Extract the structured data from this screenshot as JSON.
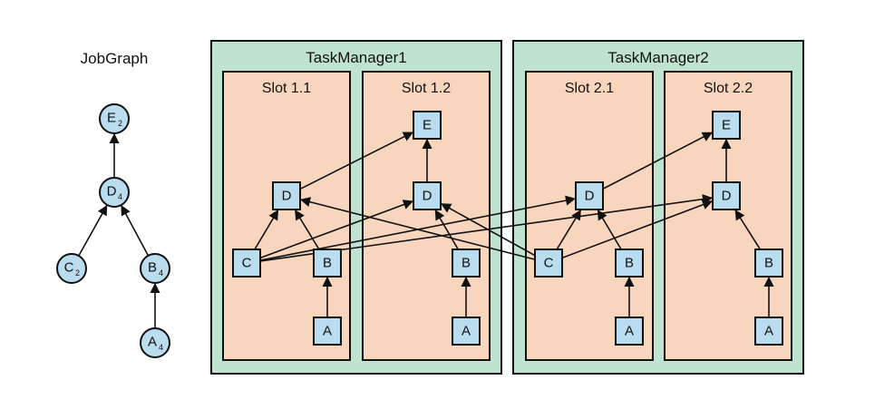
{
  "colors": {
    "task_manager_fill": "#bfe3cf",
    "slot_fill": "#f8d5bd",
    "node_fill": "#b9dcef",
    "stroke": "#111111"
  },
  "job_graph": {
    "title": "JobGraph",
    "nodes": [
      {
        "id": "E",
        "label": "E",
        "parallelism": "2"
      },
      {
        "id": "D",
        "label": "D",
        "parallelism": "4"
      },
      {
        "id": "C",
        "label": "C",
        "parallelism": "2"
      },
      {
        "id": "B",
        "label": "B",
        "parallelism": "4"
      },
      {
        "id": "A",
        "label": "A",
        "parallelism": "4"
      }
    ],
    "edges": [
      [
        "D",
        "E"
      ],
      [
        "C",
        "D"
      ],
      [
        "B",
        "D"
      ],
      [
        "A",
        "B"
      ]
    ]
  },
  "task_managers": [
    {
      "title": "TaskManager1",
      "slots": [
        {
          "title": "Slot 1.1"
        },
        {
          "title": "Slot 1.2"
        }
      ]
    },
    {
      "title": "TaskManager2",
      "slots": [
        {
          "title": "Slot 2.1"
        },
        {
          "title": "Slot 2.2"
        }
      ]
    }
  ],
  "tasks": [
    {
      "id": "s11D",
      "label": "D"
    },
    {
      "id": "s11C",
      "label": "C"
    },
    {
      "id": "s11B",
      "label": "B"
    },
    {
      "id": "s11A",
      "label": "A"
    },
    {
      "id": "s12E",
      "label": "E"
    },
    {
      "id": "s12D",
      "label": "D"
    },
    {
      "id": "s12B",
      "label": "B"
    },
    {
      "id": "s12A",
      "label": "A"
    },
    {
      "id": "s21D",
      "label": "D"
    },
    {
      "id": "s21C",
      "label": "C"
    },
    {
      "id": "s21B",
      "label": "B"
    },
    {
      "id": "s21A",
      "label": "A"
    },
    {
      "id": "s22E",
      "label": "E"
    },
    {
      "id": "s22D",
      "label": "D"
    },
    {
      "id": "s22B",
      "label": "B"
    },
    {
      "id": "s22A",
      "label": "A"
    }
  ],
  "task_edges": [
    [
      "s11A",
      "s11B"
    ],
    [
      "s12A",
      "s12B"
    ],
    [
      "s21A",
      "s21B"
    ],
    [
      "s22A",
      "s22B"
    ],
    [
      "s11B",
      "s11D"
    ],
    [
      "s12B",
      "s12D"
    ],
    [
      "s21B",
      "s21D"
    ],
    [
      "s22B",
      "s22D"
    ],
    [
      "s11C",
      "s11D"
    ],
    [
      "s11C",
      "s12D"
    ],
    [
      "s11C",
      "s21D"
    ],
    [
      "s11C",
      "s22D"
    ],
    [
      "s21C",
      "s11D"
    ],
    [
      "s21C",
      "s12D"
    ],
    [
      "s21C",
      "s21D"
    ],
    [
      "s21C",
      "s22D"
    ],
    [
      "s11D",
      "s12E"
    ],
    [
      "s12D",
      "s12E"
    ],
    [
      "s21D",
      "s22E"
    ],
    [
      "s22D",
      "s22E"
    ]
  ]
}
